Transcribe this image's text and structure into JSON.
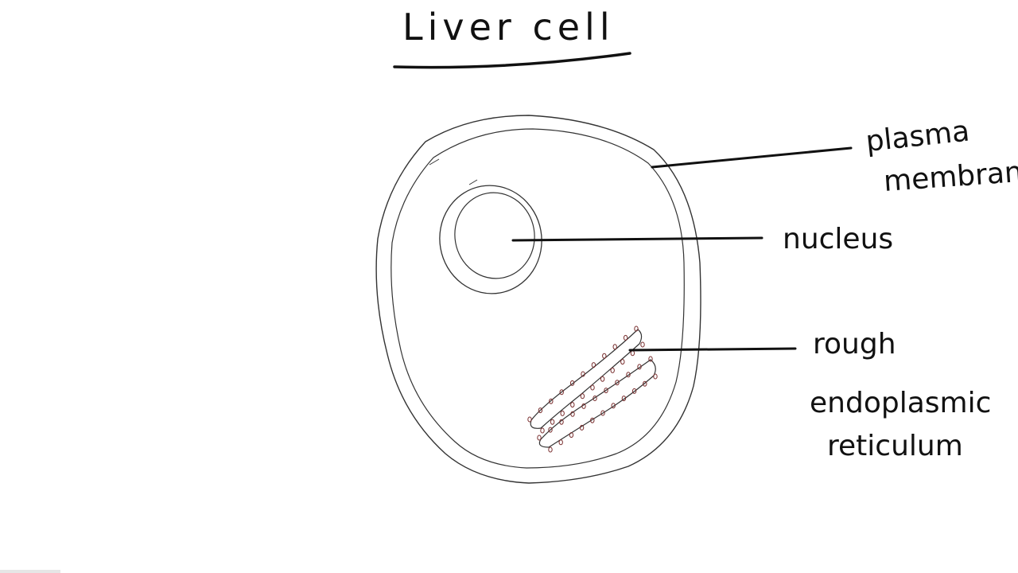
{
  "diagram": {
    "title": "Liver cell",
    "labels": {
      "plasma_membrane_line1": "plasma",
      "plasma_membrane_line2": "membrane",
      "nucleus": "nucleus",
      "rer_line1": "rough",
      "rer_line2": "endoplasmic",
      "rer_line3": "reticulum"
    }
  },
  "colors": {
    "ink": "#111111",
    "outline": "#333333",
    "ribosome": "#7a3030",
    "background": "#ffffff"
  }
}
